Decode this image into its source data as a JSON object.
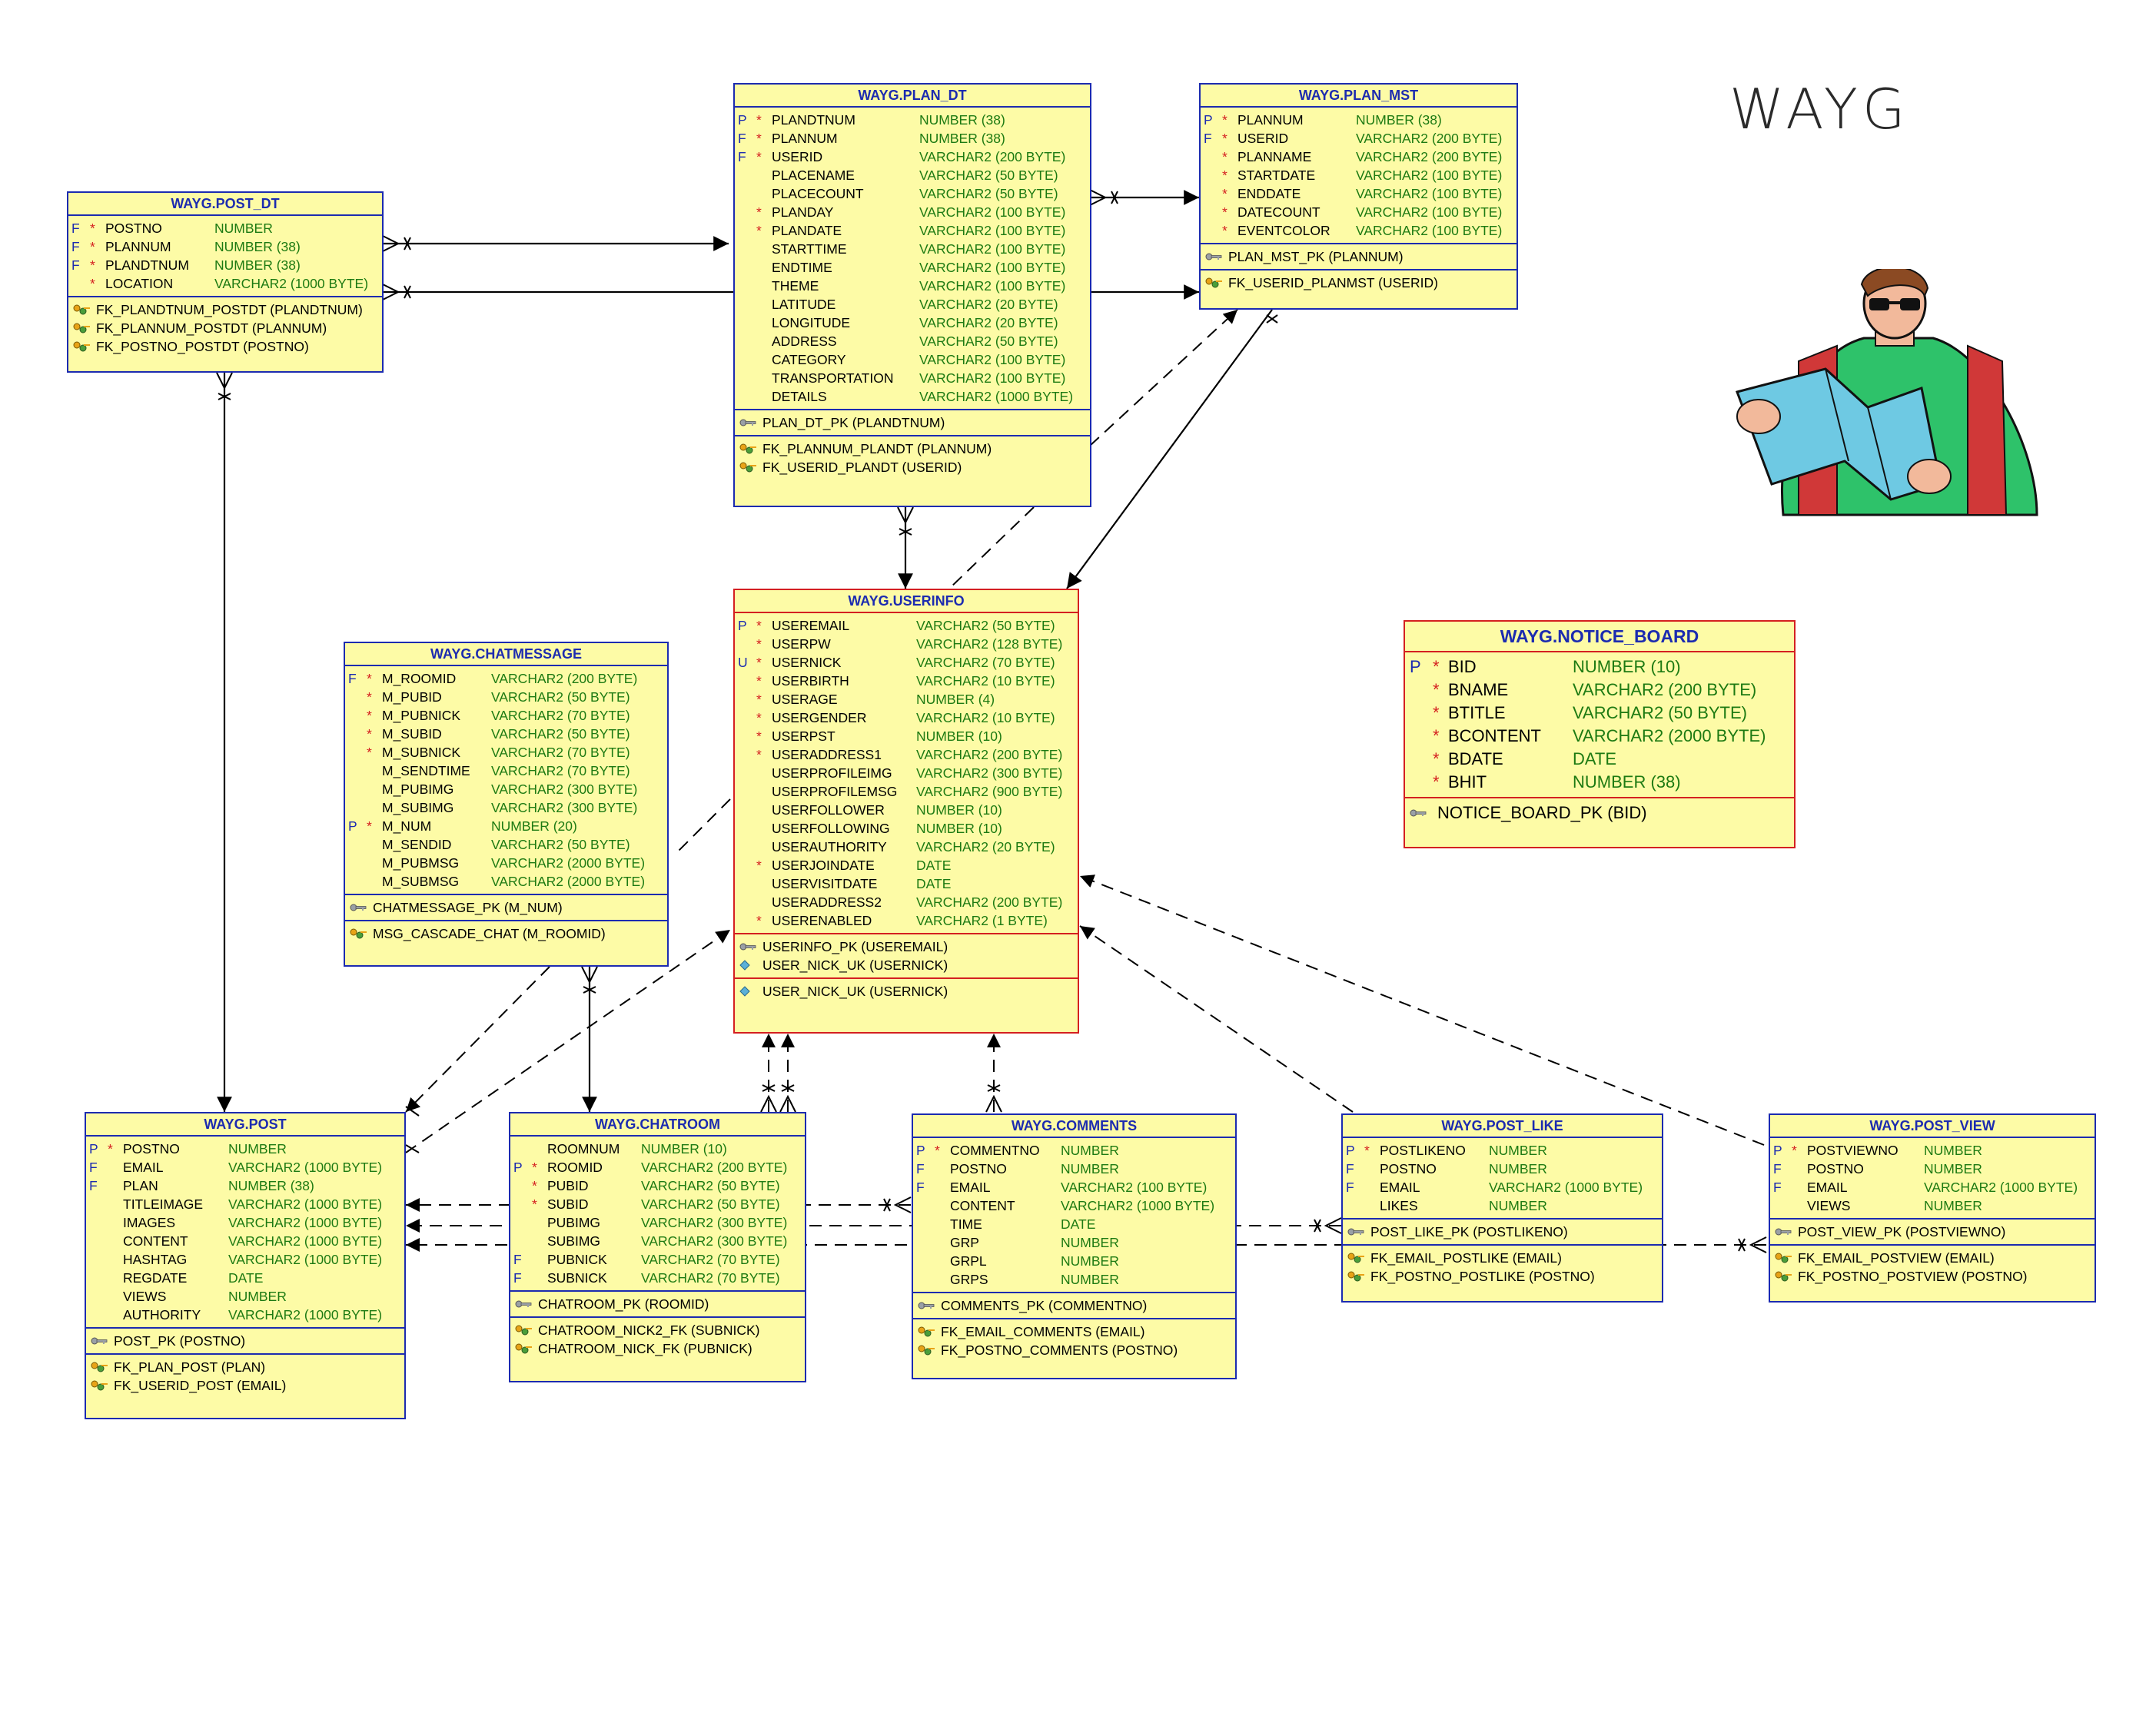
{
  "logo_text": "WAYG",
  "tables": {
    "post_dt": {
      "title": "WAYG.POST_DT",
      "columns": [
        {
          "flag": "F",
          "mark": "*",
          "name": "POSTNO",
          "type": "NUMBER"
        },
        {
          "flag": "F",
          "mark": "*",
          "name": "PLANNUM",
          "type": "NUMBER (38)"
        },
        {
          "flag": "F",
          "mark": "*",
          "name": "PLANDTNUM",
          "type": "NUMBER (38)"
        },
        {
          "flag": "",
          "mark": "*",
          "name": "LOCATION",
          "type": "VARCHAR2 (1000 BYTE)"
        }
      ],
      "keys": [
        [
          {
            "icon": "fk",
            "text": "FK_PLANDTNUM_POSTDT (PLANDTNUM)"
          },
          {
            "icon": "fk",
            "text": "FK_PLANNUM_POSTDT (PLANNUM)"
          },
          {
            "icon": "fk",
            "text": "FK_POSTNO_POSTDT (POSTNO)"
          }
        ]
      ]
    },
    "plan_dt": {
      "title": "WAYG.PLAN_DT",
      "columns": [
        {
          "flag": "P",
          "mark": "*",
          "name": "PLANDTNUM",
          "type": "NUMBER (38)"
        },
        {
          "flag": "F",
          "mark": "*",
          "name": "PLANNUM",
          "type": "NUMBER (38)"
        },
        {
          "flag": "F",
          "mark": "*",
          "name": "USERID",
          "type": "VARCHAR2 (200 BYTE)"
        },
        {
          "flag": "",
          "mark": "",
          "name": "PLACENAME",
          "type": "VARCHAR2 (50 BYTE)"
        },
        {
          "flag": "",
          "mark": "",
          "name": "PLACECOUNT",
          "type": "VARCHAR2 (50 BYTE)"
        },
        {
          "flag": "",
          "mark": "*",
          "name": "PLANDAY",
          "type": "VARCHAR2 (100 BYTE)"
        },
        {
          "flag": "",
          "mark": "*",
          "name": "PLANDATE",
          "type": "VARCHAR2 (100 BYTE)"
        },
        {
          "flag": "",
          "mark": "",
          "name": "STARTTIME",
          "type": "VARCHAR2 (100 BYTE)"
        },
        {
          "flag": "",
          "mark": "",
          "name": "ENDTIME",
          "type": "VARCHAR2 (100 BYTE)"
        },
        {
          "flag": "",
          "mark": "",
          "name": "THEME",
          "type": "VARCHAR2 (100 BYTE)"
        },
        {
          "flag": "",
          "mark": "",
          "name": "LATITUDE",
          "type": "VARCHAR2 (20 BYTE)"
        },
        {
          "flag": "",
          "mark": "",
          "name": "LONGITUDE",
          "type": "VARCHAR2 (20 BYTE)"
        },
        {
          "flag": "",
          "mark": "",
          "name": "ADDRESS",
          "type": "VARCHAR2 (50 BYTE)"
        },
        {
          "flag": "",
          "mark": "",
          "name": "CATEGORY",
          "type": "VARCHAR2 (100 BYTE)"
        },
        {
          "flag": "",
          "mark": "",
          "name": "TRANSPORTATION",
          "type": "VARCHAR2 (100 BYTE)"
        },
        {
          "flag": "",
          "mark": "",
          "name": "DETAILS",
          "type": "VARCHAR2 (1000 BYTE)"
        }
      ],
      "keys": [
        [
          {
            "icon": "pk",
            "text": "PLAN_DT_PK (PLANDTNUM)"
          }
        ],
        [
          {
            "icon": "fk",
            "text": "FK_PLANNUM_PLANDT (PLANNUM)"
          },
          {
            "icon": "fk",
            "text": "FK_USERID_PLANDT (USERID)"
          }
        ]
      ]
    },
    "plan_mst": {
      "title": "WAYG.PLAN_MST",
      "columns": [
        {
          "flag": "P",
          "mark": "*",
          "name": "PLANNUM",
          "type": "NUMBER (38)"
        },
        {
          "flag": "F",
          "mark": "*",
          "name": "USERID",
          "type": "VARCHAR2 (200 BYTE)"
        },
        {
          "flag": "",
          "mark": "*",
          "name": "PLANNAME",
          "type": "VARCHAR2 (200 BYTE)"
        },
        {
          "flag": "",
          "mark": "*",
          "name": "STARTDATE",
          "type": "VARCHAR2 (100 BYTE)"
        },
        {
          "flag": "",
          "mark": "*",
          "name": "ENDDATE",
          "type": "VARCHAR2 (100 BYTE)"
        },
        {
          "flag": "",
          "mark": "*",
          "name": "DATECOUNT",
          "type": "VARCHAR2 (100 BYTE)"
        },
        {
          "flag": "",
          "mark": "*",
          "name": "EVENTCOLOR",
          "type": "VARCHAR2 (100 BYTE)"
        }
      ],
      "keys": [
        [
          {
            "icon": "pk",
            "text": "PLAN_MST_PK (PLANNUM)"
          }
        ],
        [
          {
            "icon": "fk",
            "text": "FK_USERID_PLANMST (USERID)"
          }
        ]
      ]
    },
    "userinfo": {
      "title": "WAYG.USERINFO",
      "columns": [
        {
          "flag": "P",
          "mark": "*",
          "name": "USEREMAIL",
          "type": "VARCHAR2 (50 BYTE)"
        },
        {
          "flag": "",
          "mark": "*",
          "name": "USERPW",
          "type": "VARCHAR2 (128 BYTE)"
        },
        {
          "flag": "U",
          "mark": "*",
          "name": "USERNICK",
          "type": "VARCHAR2 (70 BYTE)"
        },
        {
          "flag": "",
          "mark": "*",
          "name": "USERBIRTH",
          "type": "VARCHAR2 (10 BYTE)"
        },
        {
          "flag": "",
          "mark": "*",
          "name": "USERAGE",
          "type": "NUMBER (4)"
        },
        {
          "flag": "",
          "mark": "*",
          "name": "USERGENDER",
          "type": "VARCHAR2 (10 BYTE)"
        },
        {
          "flag": "",
          "mark": "*",
          "name": "USERPST",
          "type": "NUMBER (10)"
        },
        {
          "flag": "",
          "mark": "*",
          "name": "USERADDRESS1",
          "type": "VARCHAR2 (200 BYTE)"
        },
        {
          "flag": "",
          "mark": "",
          "name": "USERPROFILEIMG",
          "type": "VARCHAR2 (300 BYTE)"
        },
        {
          "flag": "",
          "mark": "",
          "name": "USERPROFILEMSG",
          "type": "VARCHAR2 (900 BYTE)"
        },
        {
          "flag": "",
          "mark": "",
          "name": "USERFOLLOWER",
          "type": "NUMBER (10)"
        },
        {
          "flag": "",
          "mark": "",
          "name": "USERFOLLOWING",
          "type": "NUMBER (10)"
        },
        {
          "flag": "",
          "mark": "",
          "name": "USERAUTHORITY",
          "type": "VARCHAR2 (20 BYTE)"
        },
        {
          "flag": "",
          "mark": "*",
          "name": "USERJOINDATE",
          "type": "DATE"
        },
        {
          "flag": "",
          "mark": "",
          "name": "USERVISITDATE",
          "type": "DATE"
        },
        {
          "flag": "",
          "mark": "",
          "name": "USERADDRESS2",
          "type": "VARCHAR2 (200 BYTE)"
        },
        {
          "flag": "",
          "mark": "*",
          "name": "USERENABLED",
          "type": "VARCHAR2 (1 BYTE)"
        }
      ],
      "keys": [
        [
          {
            "icon": "pk",
            "text": "USERINFO_PK (USEREMAIL)"
          },
          {
            "icon": "uk",
            "text": "USER_NICK_UK (USERNICK)"
          }
        ],
        [
          {
            "icon": "uk",
            "text": "USER_NICK_UK (USERNICK)"
          }
        ]
      ]
    },
    "chatmessage": {
      "title": "WAYG.CHATMESSAGE",
      "columns": [
        {
          "flag": "F",
          "mark": "*",
          "name": "M_ROOMID",
          "type": "VARCHAR2 (200 BYTE)"
        },
        {
          "flag": "",
          "mark": "*",
          "name": "M_PUBID",
          "type": "VARCHAR2 (50 BYTE)"
        },
        {
          "flag": "",
          "mark": "*",
          "name": "M_PUBNICK",
          "type": "VARCHAR2 (70 BYTE)"
        },
        {
          "flag": "",
          "mark": "*",
          "name": "M_SUBID",
          "type": "VARCHAR2 (50 BYTE)"
        },
        {
          "flag": "",
          "mark": "*",
          "name": "M_SUBNICK",
          "type": "VARCHAR2 (70 BYTE)"
        },
        {
          "flag": "",
          "mark": "",
          "name": "M_SENDTIME",
          "type": "VARCHAR2 (70 BYTE)"
        },
        {
          "flag": "",
          "mark": "",
          "name": "M_PUBIMG",
          "type": "VARCHAR2 (300 BYTE)"
        },
        {
          "flag": "",
          "mark": "",
          "name": "M_SUBIMG",
          "type": "VARCHAR2 (300 BYTE)"
        },
        {
          "flag": "P",
          "mark": "*",
          "name": "M_NUM",
          "type": "NUMBER (20)"
        },
        {
          "flag": "",
          "mark": "",
          "name": "M_SENDID",
          "type": "VARCHAR2 (50 BYTE)"
        },
        {
          "flag": "",
          "mark": "",
          "name": "M_PUBMSG",
          "type": "VARCHAR2 (2000 BYTE)"
        },
        {
          "flag": "",
          "mark": "",
          "name": "M_SUBMSG",
          "type": "VARCHAR2 (2000 BYTE)"
        }
      ],
      "keys": [
        [
          {
            "icon": "pk",
            "text": "CHATMESSAGE_PK (M_NUM)"
          }
        ],
        [
          {
            "icon": "fk",
            "text": "MSG_CASCADE_CHAT (M_ROOMID)"
          }
        ]
      ]
    },
    "notice_board": {
      "title": "WAYG.NOTICE_BOARD",
      "columns": [
        {
          "flag": "P",
          "mark": "*",
          "name": "BID",
          "type": "NUMBER (10)"
        },
        {
          "flag": "",
          "mark": "*",
          "name": "BNAME",
          "type": "VARCHAR2 (200 BYTE)"
        },
        {
          "flag": "",
          "mark": "*",
          "name": "BTITLE",
          "type": "VARCHAR2 (50 BYTE)"
        },
        {
          "flag": "",
          "mark": "*",
          "name": "BCONTENT",
          "type": "VARCHAR2 (2000 BYTE)"
        },
        {
          "flag": "",
          "mark": "*",
          "name": "BDATE",
          "type": "DATE"
        },
        {
          "flag": "",
          "mark": "*",
          "name": "BHIT",
          "type": "NUMBER (38)"
        }
      ],
      "keys": [
        [
          {
            "icon": "pk",
            "text": "NOTICE_BOARD_PK (BID)"
          }
        ]
      ]
    },
    "post": {
      "title": "WAYG.POST",
      "columns": [
        {
          "flag": "P",
          "mark": "*",
          "name": "POSTNO",
          "type": "NUMBER"
        },
        {
          "flag": "F",
          "mark": "",
          "name": "EMAIL",
          "type": "VARCHAR2 (1000 BYTE)"
        },
        {
          "flag": "F",
          "mark": "",
          "name": "PLAN",
          "type": "NUMBER (38)"
        },
        {
          "flag": "",
          "mark": "",
          "name": "TITLEIMAGE",
          "type": "VARCHAR2 (1000 BYTE)"
        },
        {
          "flag": "",
          "mark": "",
          "name": "IMAGES",
          "type": "VARCHAR2 (1000 BYTE)"
        },
        {
          "flag": "",
          "mark": "",
          "name": "CONTENT",
          "type": "VARCHAR2 (1000 BYTE)"
        },
        {
          "flag": "",
          "mark": "",
          "name": "HASHTAG",
          "type": "VARCHAR2 (1000 BYTE)"
        },
        {
          "flag": "",
          "mark": "",
          "name": "REGDATE",
          "type": "DATE"
        },
        {
          "flag": "",
          "mark": "",
          "name": "VIEWS",
          "type": "NUMBER"
        },
        {
          "flag": "",
          "mark": "",
          "name": "AUTHORITY",
          "type": "VARCHAR2 (1000 BYTE)"
        }
      ],
      "keys": [
        [
          {
            "icon": "pk",
            "text": "POST_PK (POSTNO)"
          }
        ],
        [
          {
            "icon": "fk",
            "text": "FK_PLAN_POST (PLAN)"
          },
          {
            "icon": "fk",
            "text": "FK_USERID_POST (EMAIL)"
          }
        ]
      ]
    },
    "chatroom": {
      "title": "WAYG.CHATROOM",
      "columns": [
        {
          "flag": "",
          "mark": "",
          "name": "ROOMNUM",
          "type": "NUMBER (10)"
        },
        {
          "flag": "P",
          "mark": "*",
          "name": "ROOMID",
          "type": "VARCHAR2 (200 BYTE)"
        },
        {
          "flag": "",
          "mark": "*",
          "name": "PUBID",
          "type": "VARCHAR2 (50 BYTE)"
        },
        {
          "flag": "",
          "mark": "*",
          "name": "SUBID",
          "type": "VARCHAR2 (50 BYTE)"
        },
        {
          "flag": "",
          "mark": "",
          "name": "PUBIMG",
          "type": "VARCHAR2 (300 BYTE)"
        },
        {
          "flag": "",
          "mark": "",
          "name": "SUBIMG",
          "type": "VARCHAR2 (300 BYTE)"
        },
        {
          "flag": "F",
          "mark": "",
          "name": "PUBNICK",
          "type": "VARCHAR2 (70 BYTE)"
        },
        {
          "flag": "F",
          "mark": "",
          "name": "SUBNICK",
          "type": "VARCHAR2 (70 BYTE)"
        }
      ],
      "keys": [
        [
          {
            "icon": "pk",
            "text": "CHATROOM_PK (ROOMID)"
          }
        ],
        [
          {
            "icon": "fk",
            "text": "CHATROOM_NICK2_FK (SUBNICK)"
          },
          {
            "icon": "fk",
            "text": "CHATROOM_NICK_FK (PUBNICK)"
          }
        ]
      ]
    },
    "comments": {
      "title": "WAYG.COMMENTS",
      "columns": [
        {
          "flag": "P",
          "mark": "*",
          "name": "COMMENTNO",
          "type": "NUMBER"
        },
        {
          "flag": "F",
          "mark": "",
          "name": "POSTNO",
          "type": "NUMBER"
        },
        {
          "flag": "F",
          "mark": "",
          "name": "EMAIL",
          "type": "VARCHAR2 (100 BYTE)"
        },
        {
          "flag": "",
          "mark": "",
          "name": "CONTENT",
          "type": "VARCHAR2 (1000 BYTE)"
        },
        {
          "flag": "",
          "mark": "",
          "name": "TIME",
          "type": "DATE"
        },
        {
          "flag": "",
          "mark": "",
          "name": "GRP",
          "type": "NUMBER"
        },
        {
          "flag": "",
          "mark": "",
          "name": "GRPL",
          "type": "NUMBER"
        },
        {
          "flag": "",
          "mark": "",
          "name": "GRPS",
          "type": "NUMBER"
        }
      ],
      "keys": [
        [
          {
            "icon": "pk",
            "text": "COMMENTS_PK (COMMENTNO)"
          }
        ],
        [
          {
            "icon": "fk",
            "text": "FK_EMAIL_COMMENTS (EMAIL)"
          },
          {
            "icon": "fk",
            "text": "FK_POSTNO_COMMENTS (POSTNO)"
          }
        ]
      ]
    },
    "post_like": {
      "title": "WAYG.POST_LIKE",
      "columns": [
        {
          "flag": "P",
          "mark": "*",
          "name": "POSTLIKENO",
          "type": "NUMBER"
        },
        {
          "flag": "F",
          "mark": "",
          "name": "POSTNO",
          "type": "NUMBER"
        },
        {
          "flag": "F",
          "mark": "",
          "name": "EMAIL",
          "type": "VARCHAR2 (1000 BYTE)"
        },
        {
          "flag": "",
          "mark": "",
          "name": "LIKES",
          "type": "NUMBER"
        }
      ],
      "keys": [
        [
          {
            "icon": "pk",
            "text": "POST_LIKE_PK (POSTLIKENO)"
          }
        ],
        [
          {
            "icon": "fk",
            "text": "FK_EMAIL_POSTLIKE (EMAIL)"
          },
          {
            "icon": "fk",
            "text": "FK_POSTNO_POSTLIKE (POSTNO)"
          }
        ]
      ]
    },
    "post_view": {
      "title": "WAYG.POST_VIEW",
      "columns": [
        {
          "flag": "P",
          "mark": "*",
          "name": "POSTVIEWNO",
          "type": "NUMBER"
        },
        {
          "flag": "F",
          "mark": "",
          "name": "POSTNO",
          "type": "NUMBER"
        },
        {
          "flag": "F",
          "mark": "",
          "name": "EMAIL",
          "type": "VARCHAR2 (1000 BYTE)"
        },
        {
          "flag": "",
          "mark": "",
          "name": "VIEWS",
          "type": "NUMBER"
        }
      ],
      "keys": [
        [
          {
            "icon": "pk",
            "text": "POST_VIEW_PK (POSTVIEWNO)"
          }
        ],
        [
          {
            "icon": "fk",
            "text": "FK_EMAIL_POSTVIEW (EMAIL)"
          },
          {
            "icon": "fk",
            "text": "FK_POSTNO_POSTVIEW (POSTNO)"
          }
        ]
      ]
    }
  }
}
